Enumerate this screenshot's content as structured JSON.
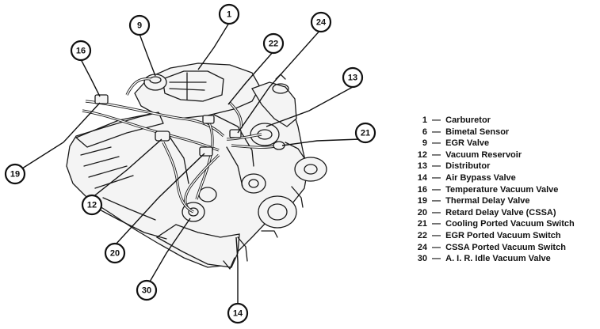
{
  "diagram": {
    "callouts": [
      {
        "id": "c1",
        "label": "1"
      },
      {
        "id": "c9",
        "label": "9"
      },
      {
        "id": "c24",
        "label": "24"
      },
      {
        "id": "c22",
        "label": "22"
      },
      {
        "id": "c16",
        "label": "16"
      },
      {
        "id": "c13",
        "label": "13"
      },
      {
        "id": "c21",
        "label": "21"
      },
      {
        "id": "c19",
        "label": "19"
      },
      {
        "id": "c12",
        "label": "12"
      },
      {
        "id": "c20",
        "label": "20"
      },
      {
        "id": "c30",
        "label": "30"
      },
      {
        "id": "c14",
        "label": "14"
      }
    ],
    "legend": [
      {
        "num": "1",
        "name": "Carburetor"
      },
      {
        "num": "6",
        "name": "Bimetal Sensor"
      },
      {
        "num": "9",
        "name": "EGR Valve"
      },
      {
        "num": "12",
        "name": "Vacuum Reservoir"
      },
      {
        "num": "13",
        "name": "Distributor"
      },
      {
        "num": "14",
        "name": "Air Bypass Valve"
      },
      {
        "num": "16",
        "name": "Temperature Vacuum Valve"
      },
      {
        "num": "19",
        "name": "Thermal Delay Valve"
      },
      {
        "num": "20",
        "name": "Retard Delay Valve (CSSA)"
      },
      {
        "num": "21",
        "name": "Cooling Ported Vacuum Switch"
      },
      {
        "num": "22",
        "name": "EGR Ported Vacuum Switch"
      },
      {
        "num": "24",
        "name": "CSSA Ported Vacuum Switch"
      },
      {
        "num": "30",
        "name": "A. I. R. Idle Vacuum Valve"
      }
    ],
    "separator": "—"
  }
}
